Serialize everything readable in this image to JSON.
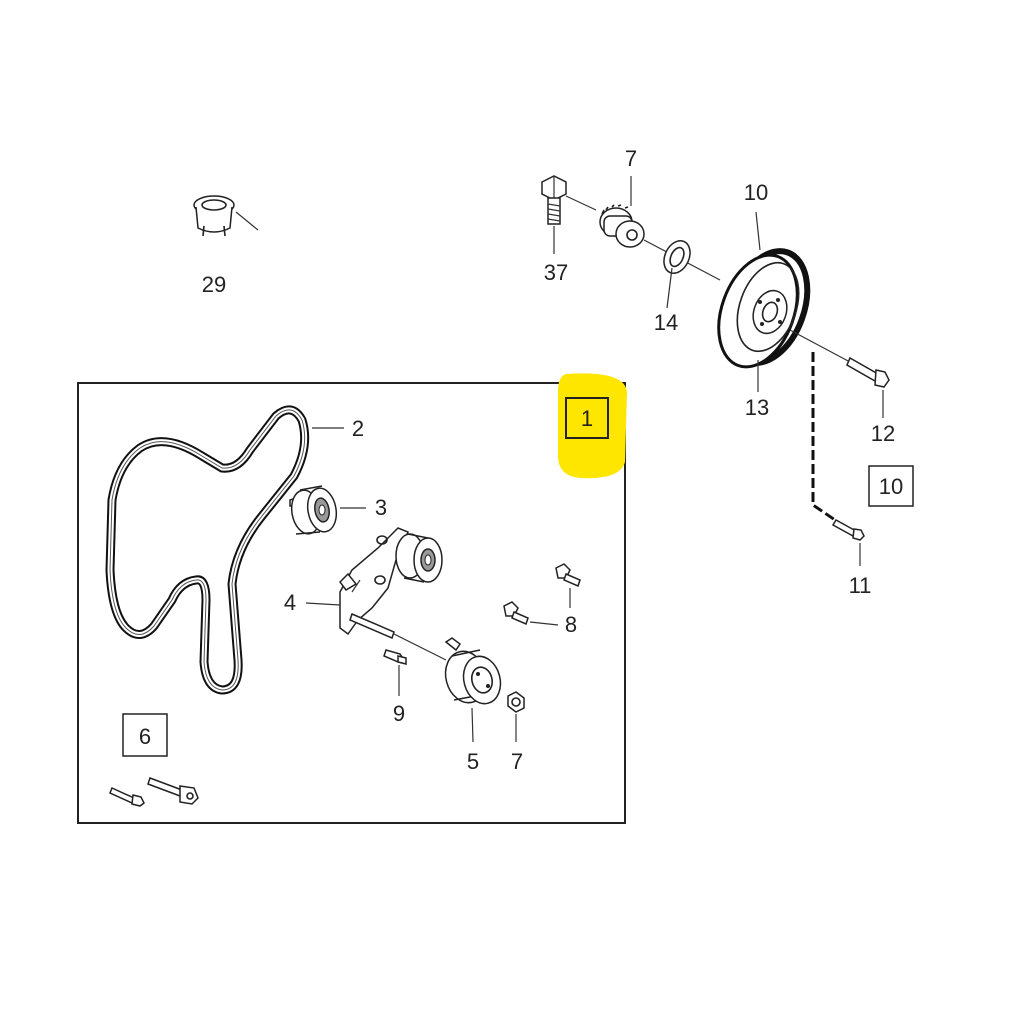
{
  "diagram": {
    "group_box_label": "1",
    "highlight_color": "#ffe600",
    "callouts": {
      "c29": "29",
      "c37": "37",
      "c7_top": "7",
      "c14": "14",
      "c10": "10",
      "c13": "13",
      "c12": "12",
      "c11": "11",
      "c2": "2",
      "c3": "3",
      "c4": "4",
      "c8": "8",
      "c9": "9",
      "c5": "5",
      "c7_bottom": "7"
    },
    "boxed_refs": {
      "ref10": "10",
      "ref6": "6"
    }
  }
}
